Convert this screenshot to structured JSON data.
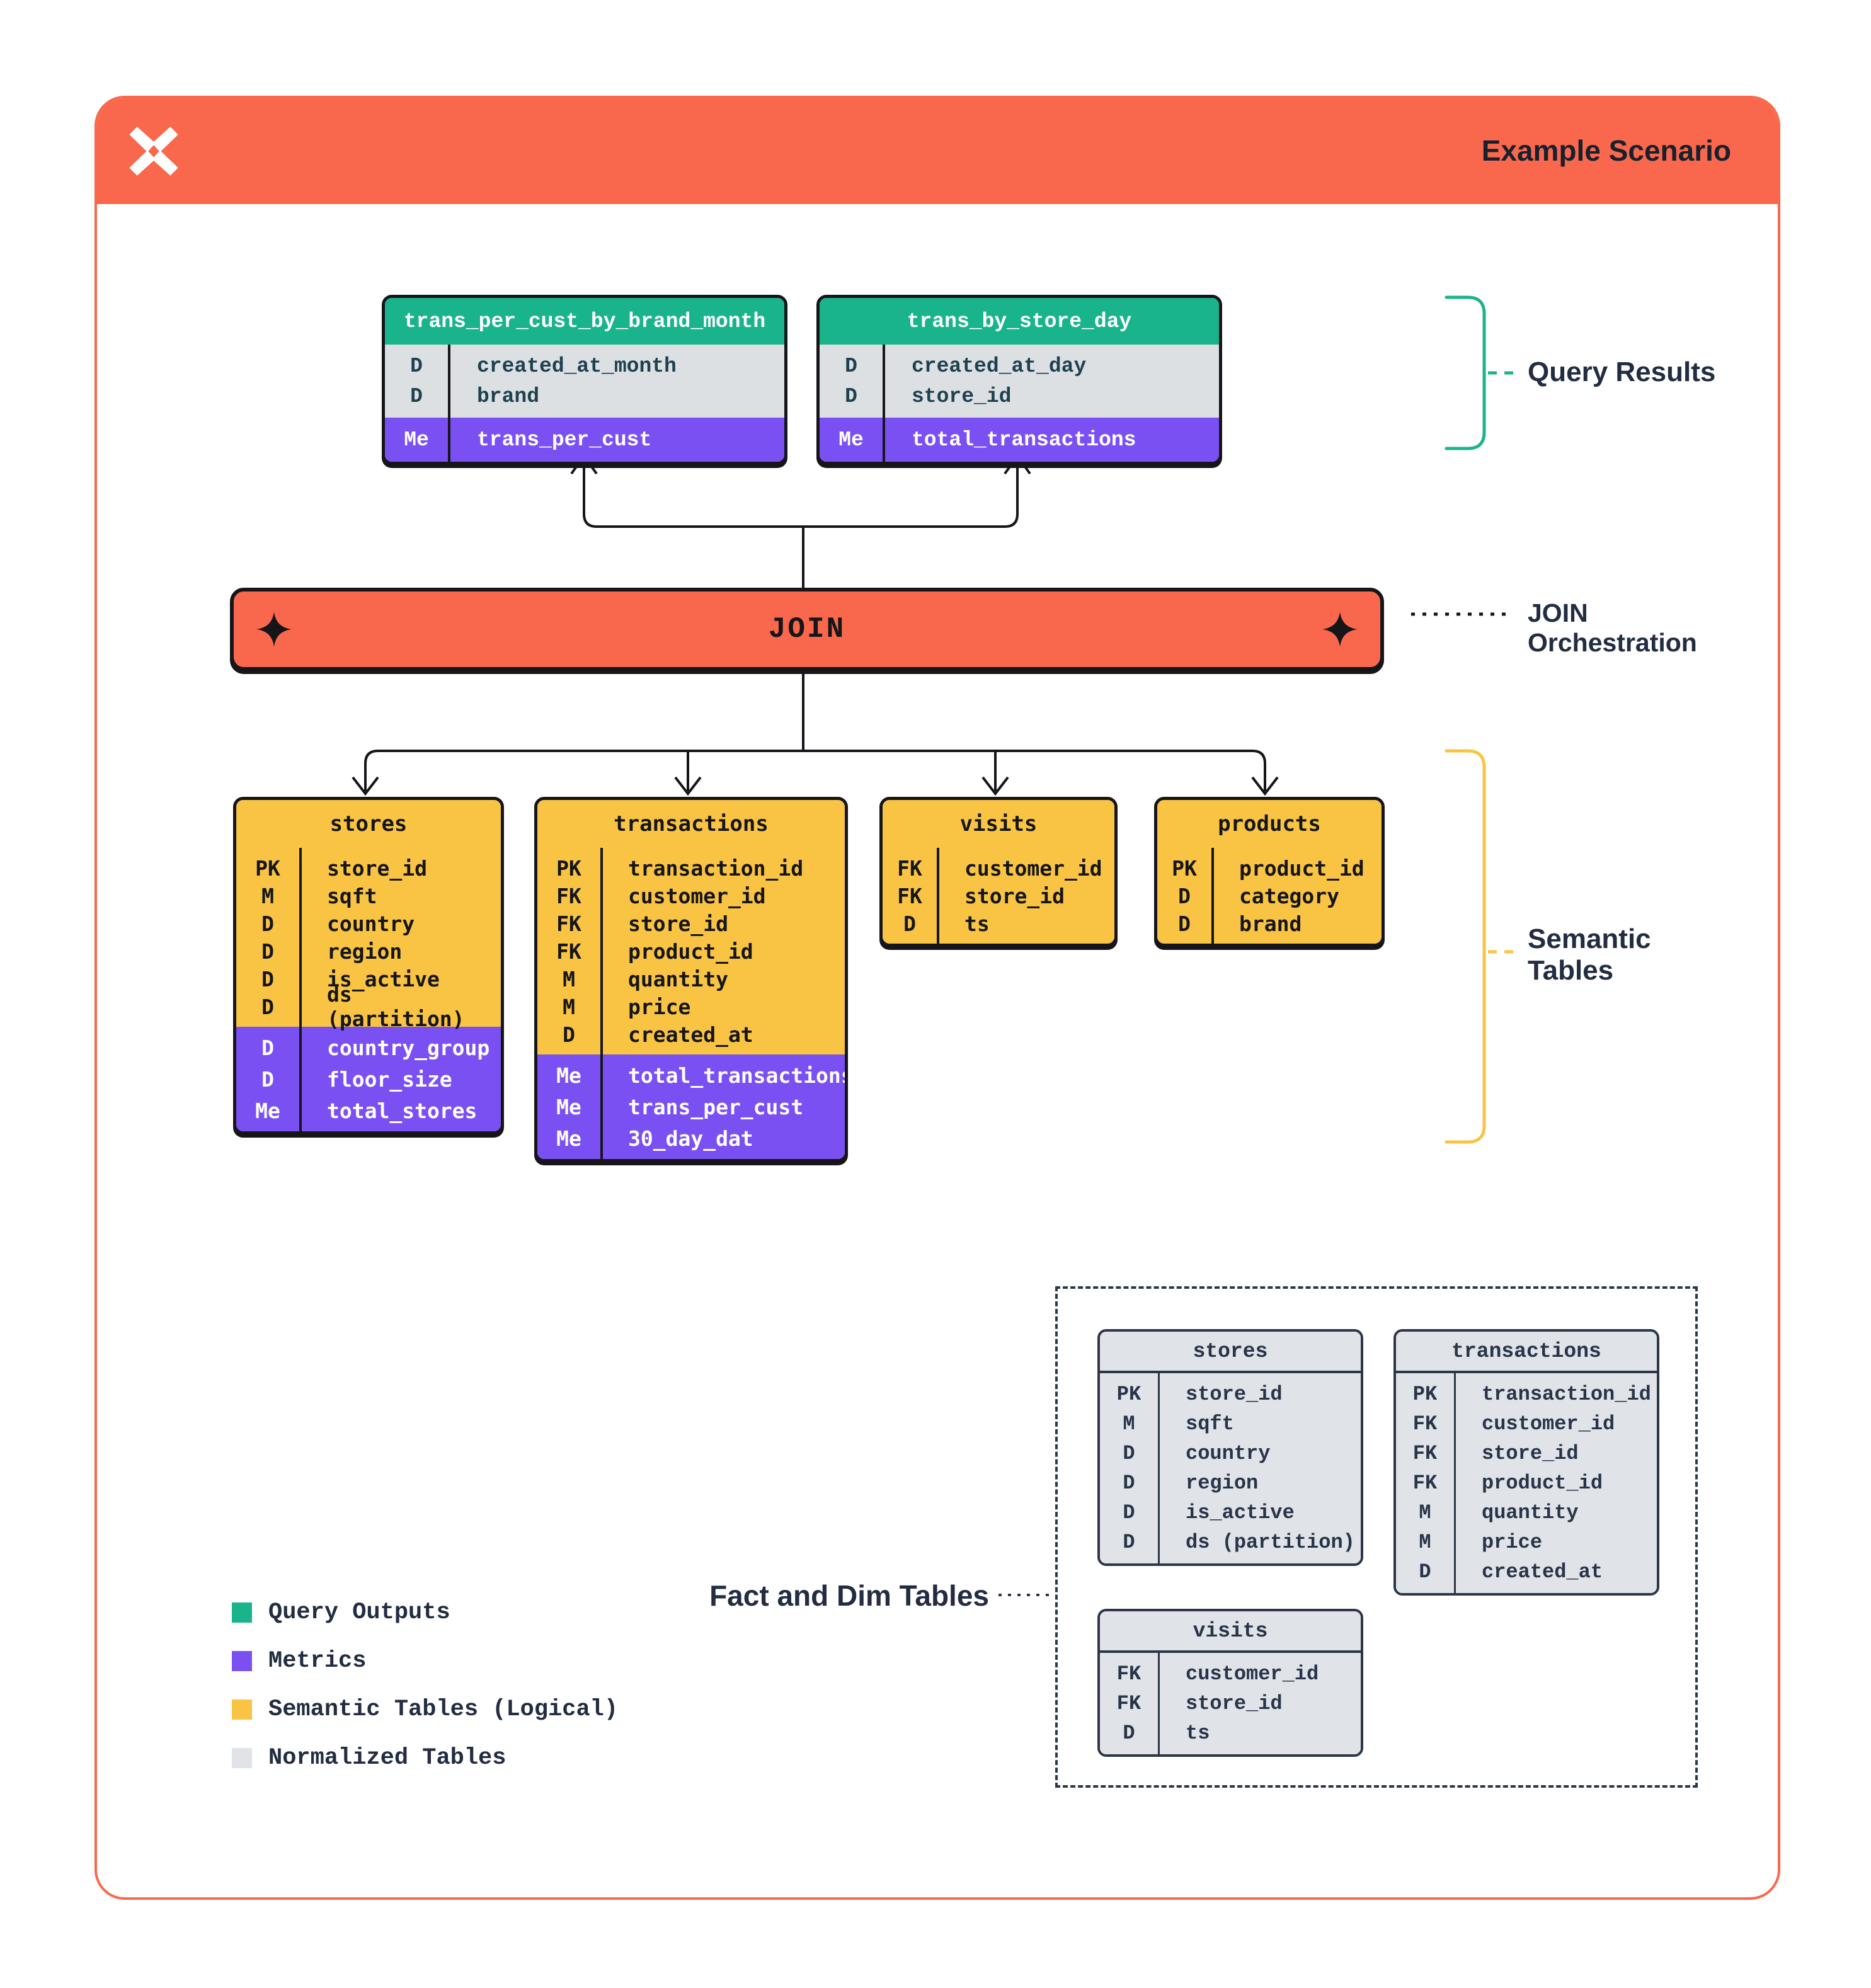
{
  "header": {
    "title": "Example Scenario"
  },
  "join": {
    "label": "JOIN"
  },
  "annotations": {
    "query_results": "Query Results",
    "join_orchestration_line1": "JOIN",
    "join_orchestration_line2": "Orchestration",
    "semantic_line1": "Semantic",
    "semantic_line2": "Tables",
    "fact_dim": "Fact and Dim Tables"
  },
  "colors": {
    "orange": "#F9684C",
    "green": "#19B48B",
    "purple": "#7B50F3",
    "yellow": "#F9C443",
    "gray_rows": "#DCE0E3",
    "normalized_gray": "#E0E3E7",
    "black": "#15151A",
    "navy": "#2B3748"
  },
  "query_tables": [
    {
      "name": "trans_per_cust_by_brand_month",
      "rows": [
        {
          "k": "D",
          "f": "created_at_month"
        },
        {
          "k": "D",
          "f": "brand"
        }
      ],
      "metrics": [
        {
          "k": "Me",
          "f": "trans_per_cust"
        }
      ]
    },
    {
      "name": "trans_by_store_day",
      "rows": [
        {
          "k": "D",
          "f": "created_at_day"
        },
        {
          "k": "D",
          "f": "store_id"
        }
      ],
      "metrics": [
        {
          "k": "Me",
          "f": "total_transactions"
        }
      ]
    }
  ],
  "semantic_tables": [
    {
      "name": "stores",
      "rows": [
        {
          "k": "PK",
          "f": "store_id"
        },
        {
          "k": "M",
          "f": "sqft"
        },
        {
          "k": "D",
          "f": "country"
        },
        {
          "k": "D",
          "f": "region"
        },
        {
          "k": "D",
          "f": "is_active"
        },
        {
          "k": "D",
          "f": "ds (partition)"
        }
      ],
      "metrics": [
        {
          "k": "D",
          "f": "country_group"
        },
        {
          "k": "D",
          "f": "floor_size"
        },
        {
          "k": "Me",
          "f": "total_stores"
        }
      ]
    },
    {
      "name": "transactions",
      "rows": [
        {
          "k": "PK",
          "f": "transaction_id"
        },
        {
          "k": "FK",
          "f": "customer_id"
        },
        {
          "k": "FK",
          "f": "store_id"
        },
        {
          "k": "FK",
          "f": "product_id"
        },
        {
          "k": "M",
          "f": "quantity"
        },
        {
          "k": "M",
          "f": "price"
        },
        {
          "k": "D",
          "f": "created_at"
        }
      ],
      "metrics": [
        {
          "k": "Me",
          "f": "total_transactions"
        },
        {
          "k": "Me",
          "f": "trans_per_cust"
        },
        {
          "k": "Me",
          "f": "30_day_dat"
        }
      ]
    },
    {
      "name": "visits",
      "rows": [
        {
          "k": "FK",
          "f": "customer_id"
        },
        {
          "k": "FK",
          "f": "store_id"
        },
        {
          "k": "D",
          "f": "ts"
        }
      ],
      "metrics": []
    },
    {
      "name": "products",
      "rows": [
        {
          "k": "PK",
          "f": "product_id"
        },
        {
          "k": "D",
          "f": "category"
        },
        {
          "k": "D",
          "f": "brand"
        }
      ],
      "metrics": []
    }
  ],
  "normalized_tables": [
    {
      "name": "stores",
      "rows": [
        {
          "k": "PK",
          "f": "store_id"
        },
        {
          "k": "M",
          "f": "sqft"
        },
        {
          "k": "D",
          "f": "country"
        },
        {
          "k": "D",
          "f": "region"
        },
        {
          "k": "D",
          "f": "is_active"
        },
        {
          "k": "D",
          "f": "ds (partition)"
        }
      ]
    },
    {
      "name": "transactions",
      "rows": [
        {
          "k": "PK",
          "f": "transaction_id"
        },
        {
          "k": "FK",
          "f": "customer_id"
        },
        {
          "k": "FK",
          "f": "store_id"
        },
        {
          "k": "FK",
          "f": "product_id"
        },
        {
          "k": "M",
          "f": "quantity"
        },
        {
          "k": "M",
          "f": "price"
        },
        {
          "k": "D",
          "f": "created_at"
        }
      ]
    },
    {
      "name": "visits",
      "rows": [
        {
          "k": "FK",
          "f": "customer_id"
        },
        {
          "k": "FK",
          "f": "store_id"
        },
        {
          "k": "D",
          "f": "ts"
        }
      ]
    }
  ],
  "legend": {
    "items": [
      {
        "label": "Query Outputs",
        "color": "#19B48B"
      },
      {
        "label": "Metrics",
        "color": "#7B50F3"
      },
      {
        "label": "Semantic Tables (Logical)",
        "color": "#F9C443"
      },
      {
        "label": "Normalized Tables",
        "color": "#E0E3E7"
      }
    ]
  }
}
